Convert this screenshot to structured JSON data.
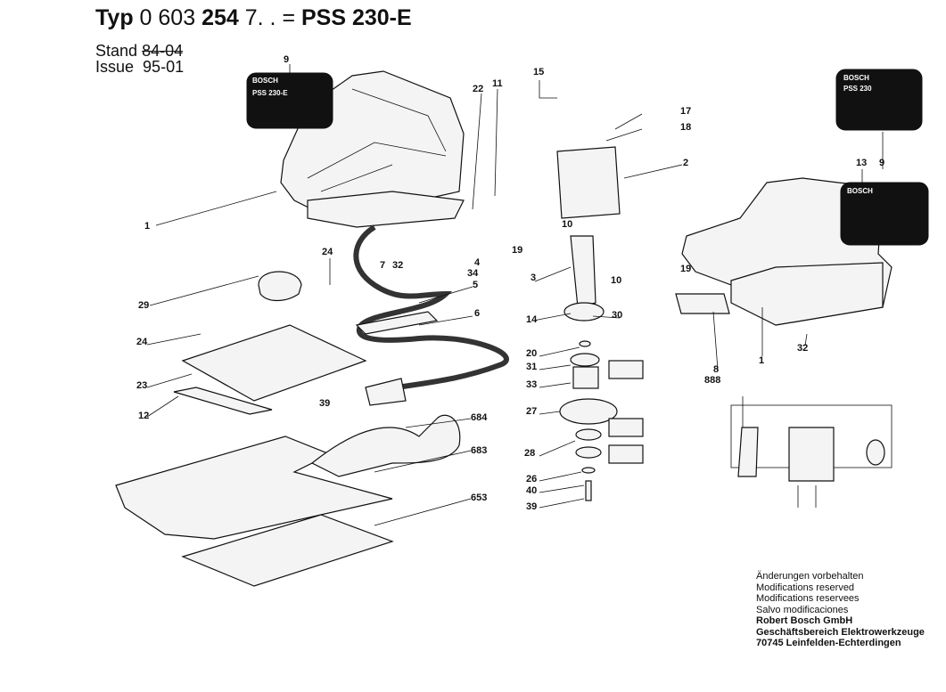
{
  "header": {
    "typ_label": "Typ",
    "typ_number_a": "0 603",
    "typ_number_b": "254",
    "typ_number_c": "7. .",
    "equals": "=",
    "model": "PSS 230-E",
    "stand_label": "Stand",
    "stand_value": "84-04",
    "issue_label": "Issue",
    "issue_value": "95-01"
  },
  "plates": {
    "left_brand": "BOSCH",
    "left_model": "PSS 230-E",
    "right_brand": "BOSCH",
    "right_model": "PSS 230",
    "housing_brand": "BOSCH"
  },
  "callouts": [
    "9",
    "22",
    "11",
    "15",
    "17",
    "18",
    "2",
    "13",
    "9",
    "1",
    "10",
    "19",
    "7",
    "32",
    "4",
    "34",
    "5",
    "24",
    "3",
    "10",
    "19",
    "29",
    "6",
    "14",
    "30",
    "24",
    "20",
    "31",
    "33",
    "23",
    "39",
    "27",
    "12",
    "684",
    "683",
    "28",
    "26",
    "40",
    "39",
    "653",
    "1",
    "32",
    "8",
    "888"
  ],
  "footer": {
    "lines": [
      "Änderungen vorbehalten",
      "Modifications reserved",
      "Modifications reservees",
      "Salvo modificaciones"
    ],
    "company": "Robert Bosch GmbH",
    "division": "Geschäftsbereich Elektrowerkzeuge",
    "address": "70745 Leinfelden-Echterdingen"
  }
}
